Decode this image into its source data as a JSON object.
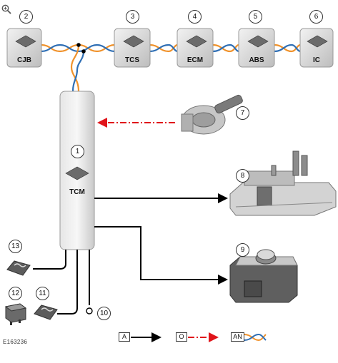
{
  "modules": [
    {
      "num": "2",
      "label": "CJB"
    },
    {
      "num": "3",
      "label": "TCS"
    },
    {
      "num": "4",
      "label": "ECM"
    },
    {
      "num": "5",
      "label": "ABS"
    },
    {
      "num": "6",
      "label": "IC"
    }
  ],
  "tcm": {
    "num": "1",
    "label": "TCM"
  },
  "callouts": {
    "c7": "7",
    "c8": "8",
    "c9": "9",
    "c10": "10",
    "c11": "11",
    "c12": "12",
    "c13": "13"
  },
  "legend": {
    "a": "A",
    "o": "O",
    "an": "AN"
  },
  "figure_id": "E163236",
  "colors": {
    "can_orange": "#f0922b",
    "can_blue": "#2f6fb5",
    "dashed_red": "#e0141a",
    "module_fill": "#d4d4d4"
  }
}
